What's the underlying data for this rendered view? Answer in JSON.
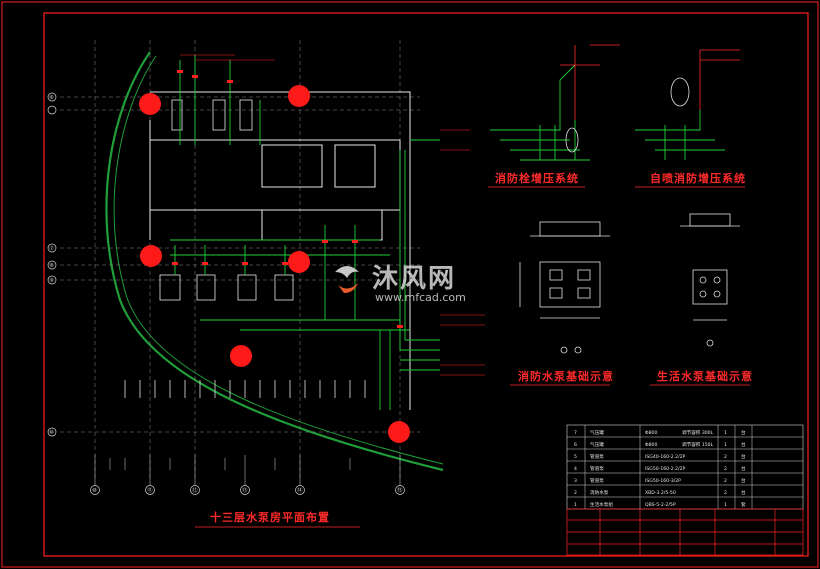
{
  "drawing": {
    "main_plan_title": "十三层水泵房平面布置",
    "fire_hydrant_system_title": "消防栓增压系统",
    "sprinkler_system_title": "自喷消防增压系统",
    "fire_pump_foundation_title": "消防水泵基础示意",
    "domestic_pump_foundation_title": "生活水泵基础示意"
  },
  "watermark": {
    "brand": "沐风网",
    "url": "www.mfcad.com"
  },
  "axis_labels": {
    "left": [
      "⑥",
      "⑦",
      "⑧",
      "⑨",
      "⑩"
    ],
    "bottom": [
      "⑩",
      "⑪",
      "⑫",
      "⑬",
      "⑭",
      "⑮"
    ]
  },
  "bom": {
    "rows": [
      {
        "no": "7",
        "name": "气压罐",
        "spec": "Φ800",
        "spec2": "调节容积 300L",
        "qty": "1",
        "unit": "台"
      },
      {
        "no": "6",
        "name": "气压罐",
        "spec": "Φ800",
        "spec2": "调节容积 150L",
        "qty": "1",
        "unit": "台"
      },
      {
        "no": "5",
        "name": "管道泵",
        "spec": "ISG40-160-2.2/2P",
        "spec2": "",
        "qty": "2",
        "unit": "台"
      },
      {
        "no": "4",
        "name": "管道泵",
        "spec": "ISG50-160-2.2/2P",
        "spec2": "",
        "qty": "2",
        "unit": "台"
      },
      {
        "no": "3",
        "name": "管道泵",
        "spec": "ISG50-160-3/2P",
        "spec2": "",
        "qty": "2",
        "unit": "台"
      },
      {
        "no": "2",
        "name": "消防水泵",
        "spec": "XBD-3.2/5-50",
        "spec2": "",
        "qty": "2",
        "unit": "台"
      },
      {
        "no": "1",
        "name": "生活水泵组",
        "spec": "QBS-5-2-2/5P",
        "spec2": "",
        "qty": "1",
        "unit": "套"
      }
    ]
  },
  "colors": {
    "frame": "#ff2020",
    "green_boundary": "#1f9e3a",
    "pipe": "#1fd13a",
    "wall": "#e8e8e8",
    "equipment_red": "#ff1a1a",
    "annotation": "#ff2a2a"
  }
}
